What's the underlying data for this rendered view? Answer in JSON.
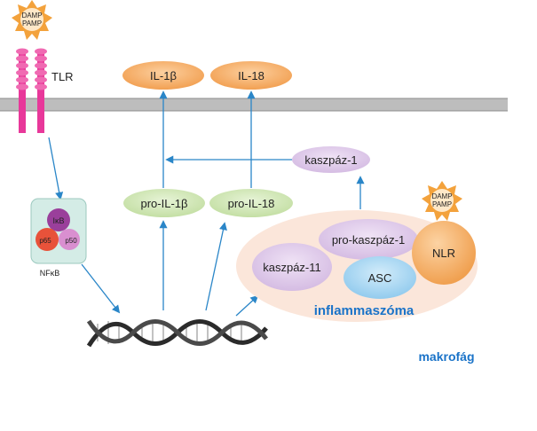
{
  "danger_signal": {
    "line1": "DAMP",
    "line2": "PAMP"
  },
  "receptor": {
    "label": "TLR"
  },
  "cytokines": {
    "il1b": "IL-1β",
    "il18": "IL-18"
  },
  "precursors": {
    "pro_il1b": "pro-IL-1β",
    "pro_il18": "pro-IL-18"
  },
  "enzymes": {
    "caspase1": "kaszpáz-1",
    "pro_caspase1": "pro-kaszpáz-1",
    "caspase11": "kaszpáz-11"
  },
  "inflammasome": {
    "asc": "ASC",
    "nlr": "NLR",
    "label": "inflammaszóma"
  },
  "nfkb": {
    "ikb": "IκB",
    "p65": "p65",
    "p50": "p50",
    "label": "NFκB"
  },
  "cell": {
    "label": "makrofág"
  },
  "colors": {
    "membrane": "#bdbdbd",
    "arrow": "#2a86c8",
    "cytokine": "#f5a95a",
    "precursor": "#cfe6b4",
    "caspase": "#ddc8e8",
    "asc": "#9fd3f0",
    "inflammasome_bg": "#fbe6da",
    "receptor": "#e8389a",
    "star": "#f3a23c"
  }
}
